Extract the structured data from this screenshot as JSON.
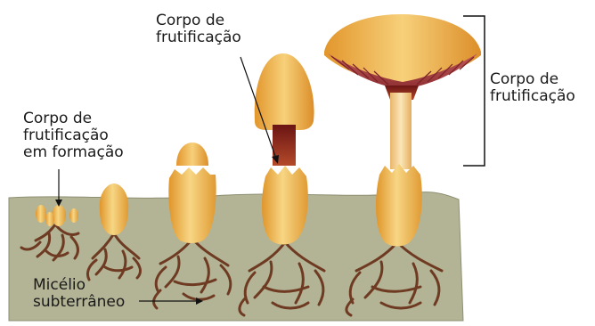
{
  "labels": {
    "forming": {
      "line1": "Corpo de",
      "line2": "frutificação",
      "line3": "em formação"
    },
    "middle": {
      "line1": "Corpo de",
      "line2": "frutificação"
    },
    "right": {
      "line1": "Corpo de",
      "line2": "frutificação"
    },
    "mycelium": {
      "line1": "Micélio",
      "line2": "subterrâneo"
    }
  },
  "colors": {
    "ground": "#b3b395",
    "ground_edge": "#8f8f73",
    "mushroom_light": "#f5d27a",
    "mushroom_mid": "#f0b34a",
    "mushroom_dark": "#d9891f",
    "stem_red": "#8a1d1d",
    "gills": "#a8474a",
    "mycelium": "#6e3b22"
  }
}
